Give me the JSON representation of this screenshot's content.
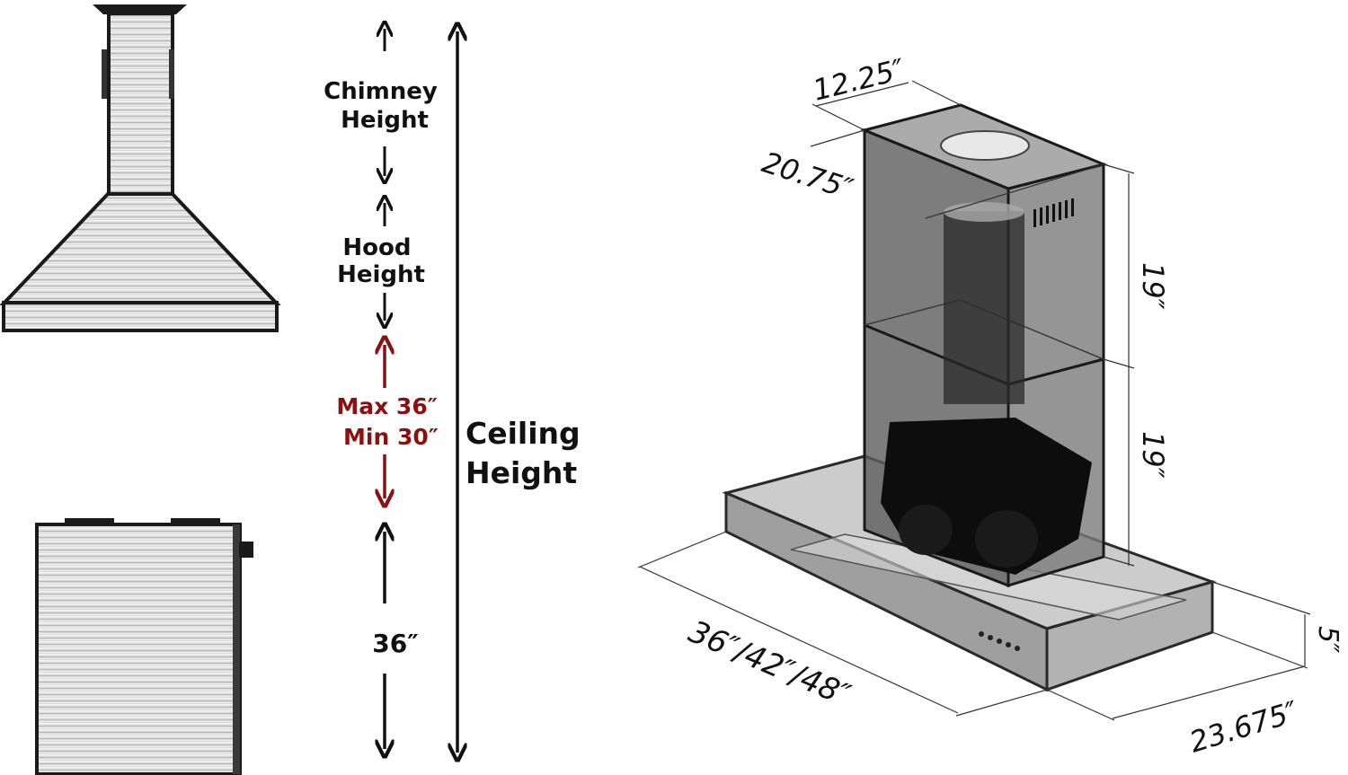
{
  "left_panel": {
    "chimney_height": [
      "Chimney",
      "Height"
    ],
    "hood_height": [
      "Hood",
      "Height"
    ],
    "clearance": [
      "Max 36″",
      "Min 30″"
    ],
    "counter_height": "36″",
    "ceiling_height": [
      "Ceiling",
      "Height"
    ]
  },
  "right_panel": {
    "chimney_width": "12.25″",
    "chimney_depth": "20.75″",
    "upper_section_height": "19″",
    "lower_section_height": "19″",
    "hood_widths": "36″/42″/48″",
    "hood_depth": "23.675″",
    "hood_body_height": "5″"
  },
  "colors": {
    "clearance_red": "#8b1010",
    "steel_light": "#e6e6e6",
    "steel_dark": "#9a9a9a",
    "glass": "#6d6d6d"
  }
}
